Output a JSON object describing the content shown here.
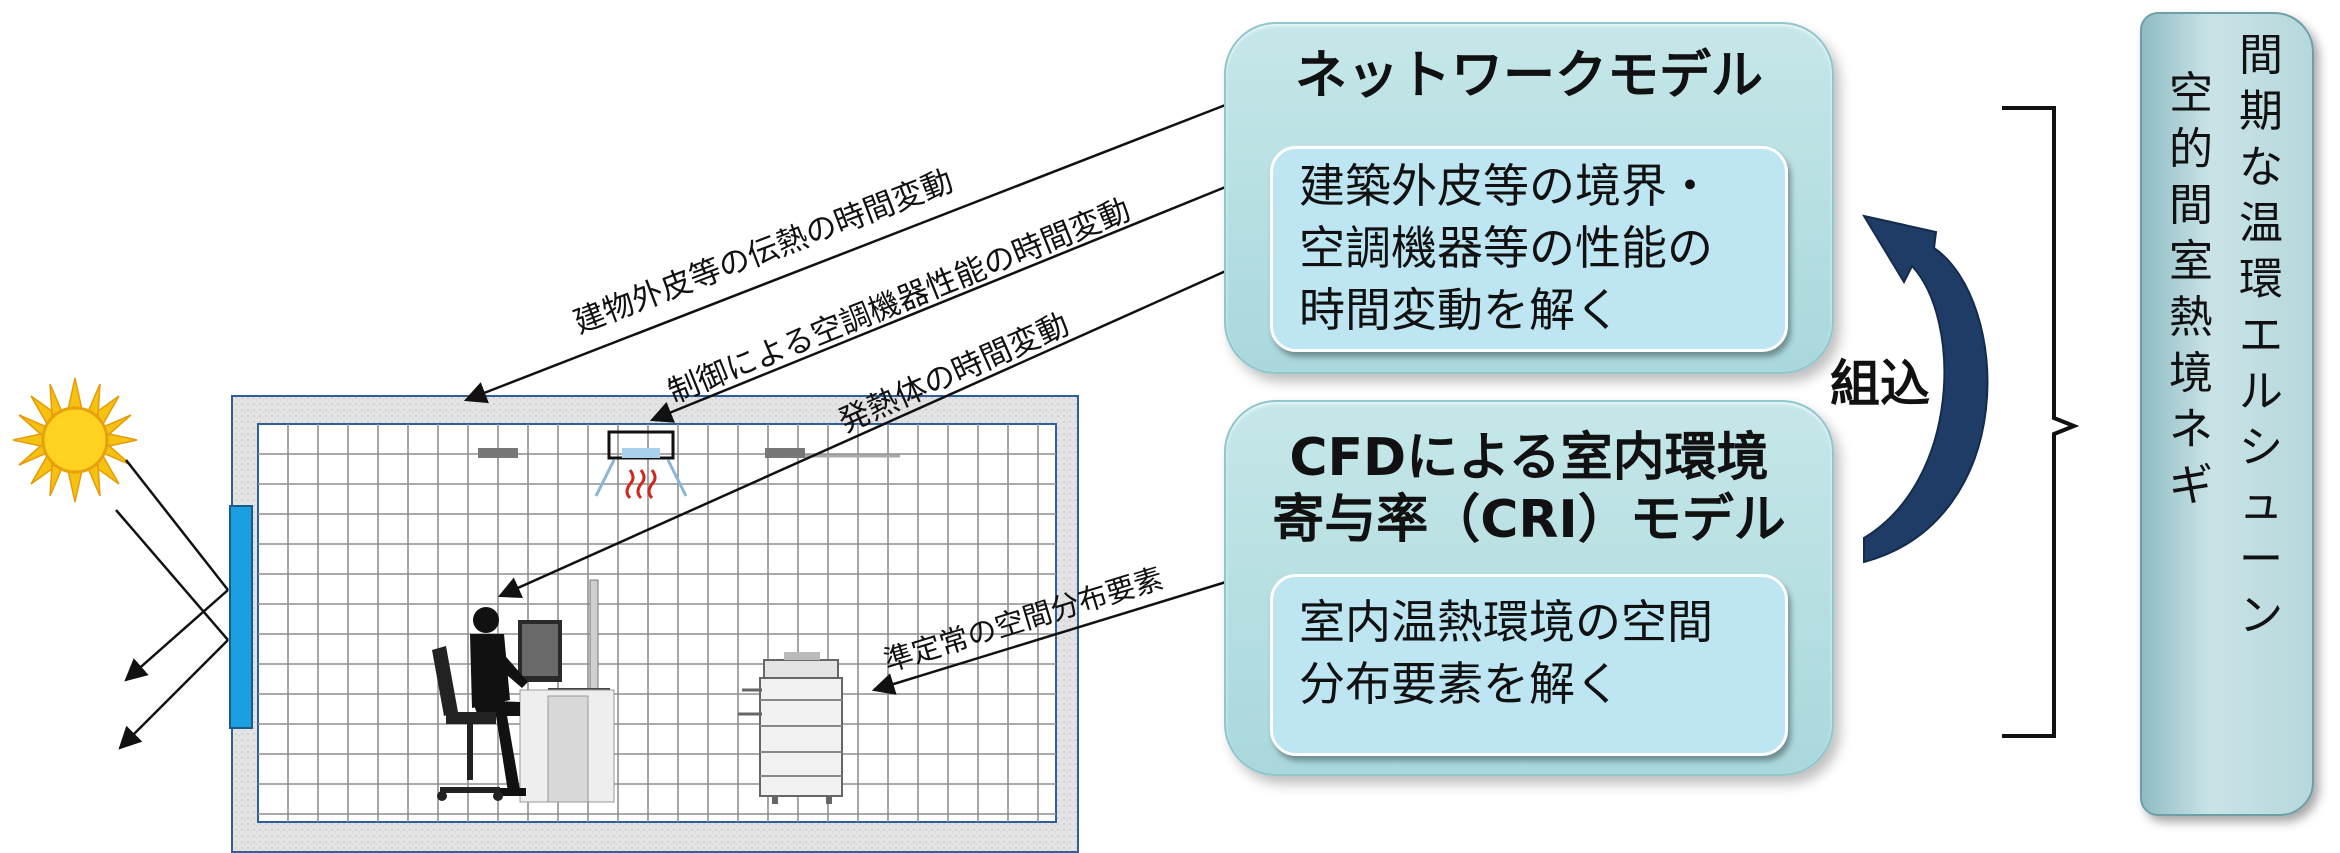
{
  "network_box": {
    "title": "ネットワークモデル",
    "body": "建築外皮等の境界・\n空調機器等の性能の\n時間変動を解く"
  },
  "cfd_box": {
    "title_line1": "CFDによる室内環境",
    "title_line2": "寄与率（CRI）モデル",
    "body": "室内温熱環境の空間\n分布要素を解く"
  },
  "arrow_label": "組込",
  "labels": {
    "heat_transfer": "建物外皮等の伝熱の時間変動",
    "hvac_control": "制御による空調機器性能の時間変動",
    "heat_source": "発熱体の時間変動",
    "quasi_steady": "準定常の空間分布要素"
  },
  "scroll": {
    "col_right_top": "間",
    "col_right_chars": "期な温環エルシュ",
    "col_right_lower": "ーン",
    "col_left": "空的間室熱境ネギ"
  },
  "colors": {
    "box_fill": "#a9d8dc",
    "inner_fill": "#bde6f2",
    "arrow_dark": "#1f3c66",
    "window_blue": "#1aa0e0",
    "heater_red": "#d0281e"
  }
}
